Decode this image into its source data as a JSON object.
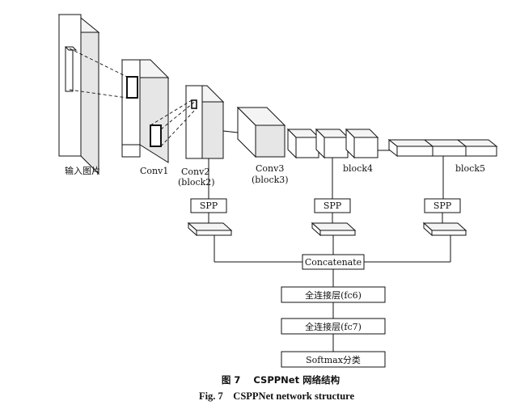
{
  "labels": {
    "input": "输入图片",
    "conv1": "Conv1",
    "conv2": "Conv2",
    "conv2_sub": "(block2)",
    "conv3": "Conv3",
    "conv3_sub": "(block3)",
    "block4": "block4",
    "block5": "block5"
  },
  "spp": {
    "left": "SPP",
    "mid": "SPP",
    "right": "SPP"
  },
  "head": {
    "concat": "Concatenate",
    "fc6": "全连接层(fc6)",
    "fc7": "全连接层(fc7)",
    "softmax": "Softmax分类"
  },
  "caption": {
    "cn": "图 7    CSPPNet 网络结构",
    "en": "Fig. 7    CSPPNet network structure"
  }
}
